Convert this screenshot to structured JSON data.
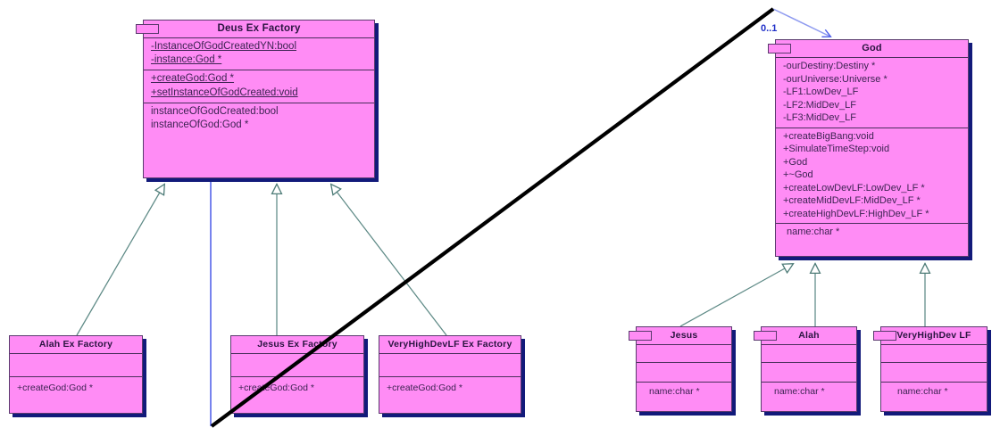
{
  "diagram": {
    "kind": "uml-class-diagram",
    "title": "Abstract Factory - Deus Ex Factory / God",
    "colors": {
      "class_fill": "#ff8cf5",
      "class_border": "#5a3a6e",
      "class_shadow": "#121a7a",
      "inheritance_line": "#5e8a86",
      "association_line": "#4a5ae8",
      "multiplicity_text": "#2030c8",
      "artifact_line": "#000000",
      "background": "#ffffff"
    },
    "classes": [
      {
        "id": "deus-ex-factory",
        "name": "Deus Ex Factory",
        "attributes": [
          "-InstanceOfGodCreatedYN:bool",
          "-instance:God *"
        ],
        "operations": [
          "+createGod:God *",
          "+setInstanceOfGodCreated:void"
        ],
        "extras": [
          "instanceOfGodCreated:bool",
          "instanceOfGod:God *"
        ]
      },
      {
        "id": "god",
        "name": "God",
        "attributes": [
          "-ourDestiny:Destiny *",
          "-ourUniverse:Universe *",
          "-LF1:LowDev_LF",
          "-LF2:MidDev_LF",
          "-LF3:MidDev_LF"
        ],
        "operations": [
          "+createBigBang:void",
          "+SimulateTimeStep:void",
          "+God",
          "+~God",
          "+createLowDevLF:LowDev_LF *",
          "+createMidDevLF:MidDev_LF *",
          "+createHighDevLF:HighDev_LF *"
        ],
        "extras": [
          "name:char *"
        ]
      },
      {
        "id": "alah-ex-factory",
        "name": "Alah Ex Factory",
        "attributes": [],
        "operations": [
          "+createGod:God *"
        ],
        "extras": []
      },
      {
        "id": "jesus-ex-factory",
        "name": "Jesus Ex Factory",
        "attributes": [],
        "operations": [
          "+createGod:God *"
        ],
        "extras": []
      },
      {
        "id": "veryhighdevlf-ex-factory",
        "name": "VeryHighDevLF Ex Factory",
        "attributes": [],
        "operations": [
          "+createGod:God *"
        ],
        "extras": []
      },
      {
        "id": "jesus",
        "name": "Jesus",
        "attributes": [],
        "operations": [],
        "extras": [
          "name:char *"
        ]
      },
      {
        "id": "alah",
        "name": "Alah",
        "attributes": [],
        "operations": [],
        "extras": [
          "name:char *"
        ]
      },
      {
        "id": "veryhighdev-lf",
        "name": "VeryHighDev LF",
        "attributes": [],
        "operations": [],
        "extras": [
          "name:char *"
        ]
      }
    ],
    "relationships": [
      {
        "type": "generalization",
        "from": "alah-ex-factory",
        "to": "deus-ex-factory"
      },
      {
        "type": "generalization",
        "from": "jesus-ex-factory",
        "to": "deus-ex-factory"
      },
      {
        "type": "generalization",
        "from": "veryhighdevlf-ex-factory",
        "to": "deus-ex-factory"
      },
      {
        "type": "generalization",
        "from": "jesus",
        "to": "god"
      },
      {
        "type": "generalization",
        "from": "alah",
        "to": "god"
      },
      {
        "type": "generalization",
        "from": "veryhighdev-lf",
        "to": "god"
      },
      {
        "type": "association",
        "from": "deus-ex-factory",
        "to": "god",
        "multiplicity": "0..1"
      }
    ],
    "labels": {
      "multiplicity_0_1": "0..1"
    }
  }
}
